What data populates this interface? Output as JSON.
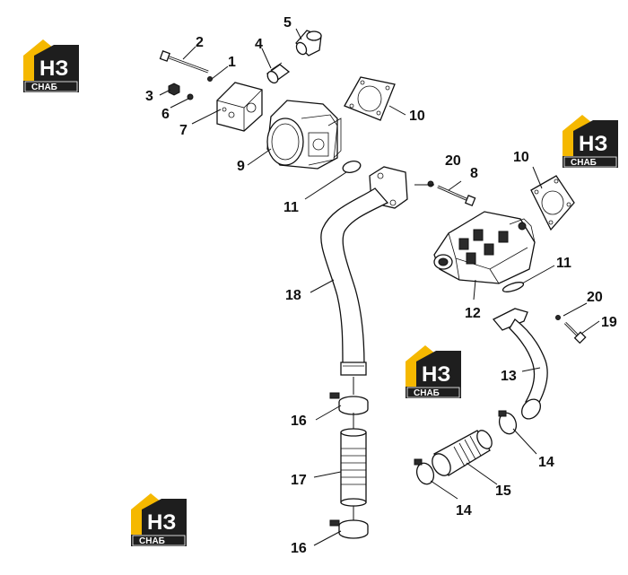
{
  "colors": {
    "logo_yellow": "#f5b800",
    "logo_dark": "#1e1e1e",
    "line": "#111111"
  },
  "watermark": {
    "letters": "НЗ",
    "word": "СНАБ"
  },
  "callouts": [
    {
      "id": "c1",
      "label": "1"
    },
    {
      "id": "c2",
      "label": "2"
    },
    {
      "id": "c3",
      "label": "3"
    },
    {
      "id": "c4",
      "label": "4"
    },
    {
      "id": "c5",
      "label": "5"
    },
    {
      "id": "c6",
      "label": "6"
    },
    {
      "id": "c7",
      "label": "7"
    },
    {
      "id": "c8",
      "label": "8"
    },
    {
      "id": "c9",
      "label": "9"
    },
    {
      "id": "c10a",
      "label": "10"
    },
    {
      "id": "c10b",
      "label": "10"
    },
    {
      "id": "c11a",
      "label": "11"
    },
    {
      "id": "c11b",
      "label": "11"
    },
    {
      "id": "c12",
      "label": "12"
    },
    {
      "id": "c13",
      "label": "13"
    },
    {
      "id": "c14a",
      "label": "14"
    },
    {
      "id": "c14b",
      "label": "14"
    },
    {
      "id": "c15",
      "label": "15"
    },
    {
      "id": "c16a",
      "label": "16"
    },
    {
      "id": "c16b",
      "label": "16"
    },
    {
      "id": "c17",
      "label": "17"
    },
    {
      "id": "c18",
      "label": "18"
    },
    {
      "id": "c19",
      "label": "19"
    },
    {
      "id": "c20a",
      "label": "20"
    },
    {
      "id": "c20b",
      "label": "20"
    }
  ]
}
